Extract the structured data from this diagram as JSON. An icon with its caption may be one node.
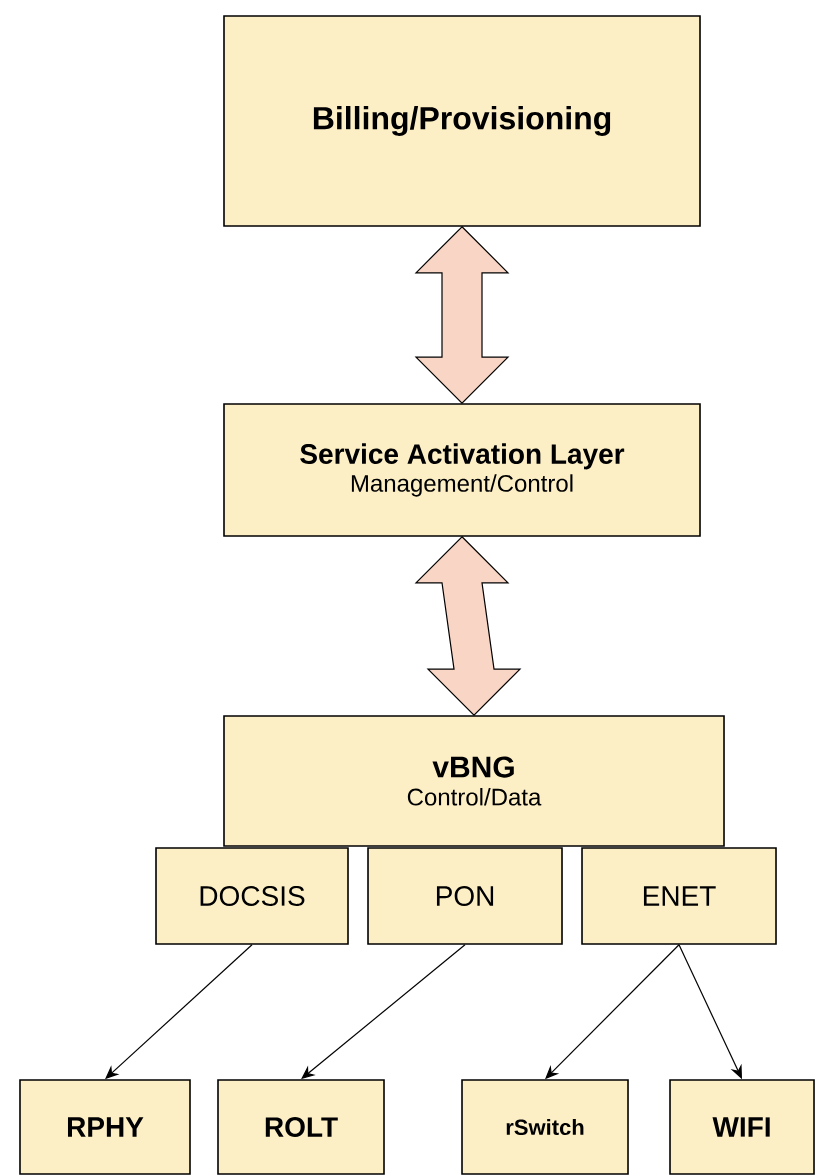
{
  "diagram": {
    "nodes": [
      {
        "text": [
          "Billing/Provisioning"
        ]
      },
      {
        "text": [
          "Service Activation Layer",
          "Management/Control"
        ]
      },
      {
        "text": [
          "vBNG",
          "Control/Data"
        ]
      },
      {
        "text": [
          "DOCSIS"
        ]
      },
      {
        "text": [
          "PON"
        ]
      },
      {
        "text": [
          "ENET"
        ]
      },
      {
        "text": [
          "RPHY"
        ]
      },
      {
        "text": [
          "ROLT"
        ]
      },
      {
        "text": [
          "rSwitch"
        ]
      },
      {
        "text": [
          "WIFI"
        ]
      }
    ],
    "edges": [
      {
        "from": 0,
        "to": 1,
        "arrow": "both",
        "style": "thick",
        "color": "#f8d5c4"
      },
      {
        "from": 1,
        "to": 2,
        "arrow": "both",
        "style": "thick",
        "color": "#f8d5c4"
      },
      {
        "from": 3,
        "to": 6,
        "arrow": "to"
      },
      {
        "from": 4,
        "to": 7,
        "arrow": "to"
      },
      {
        "from": 5,
        "to": 8,
        "arrow": "to"
      },
      {
        "from": 5,
        "to": 9,
        "arrow": "to"
      }
    ]
  }
}
